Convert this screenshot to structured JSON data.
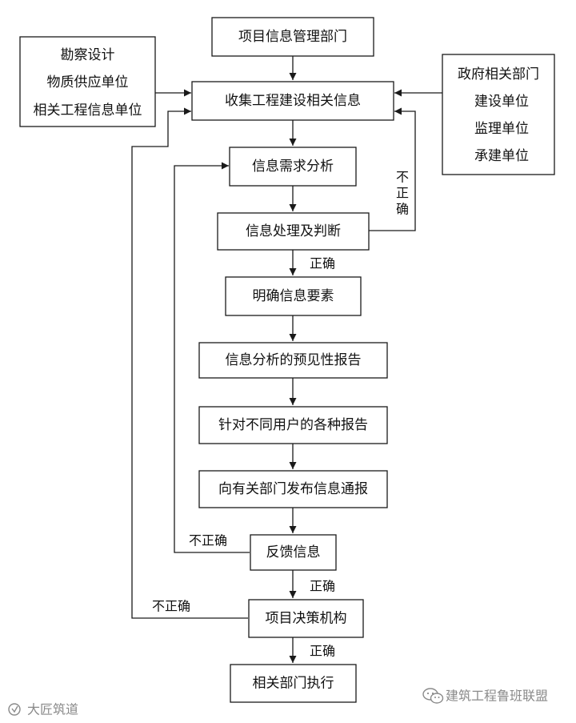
{
  "nodes": {
    "mgmt": "项目信息管理部门",
    "survey": [
      "勘察设计",
      "物质供应单位",
      "相关工程信息单位"
    ],
    "collect": "收集工程建设相关信息",
    "gov": [
      "政府相关部门",
      "建设单位",
      "监理单位",
      "承建单位"
    ],
    "demand": "信息需求分析",
    "process": "信息处理及判断",
    "clarify": "明确信息要素",
    "forecast": "信息分析的预见性报告",
    "reports": "针对不同用户的各种报告",
    "publish": "向有关部门发布信息通报",
    "feedback": "反馈信息",
    "decision": "项目决策机构",
    "execute": "相关部门执行"
  },
  "edge_labels": {
    "incorrect_vertical": "不正确",
    "correct_1": "正确",
    "incorrect_feedback": "不正确",
    "correct_2": "正确",
    "incorrect_decision": "不正确",
    "correct_3": "正确"
  },
  "watermarks": {
    "right": "建筑工程鲁班联盟",
    "left": "大匠筑道"
  }
}
